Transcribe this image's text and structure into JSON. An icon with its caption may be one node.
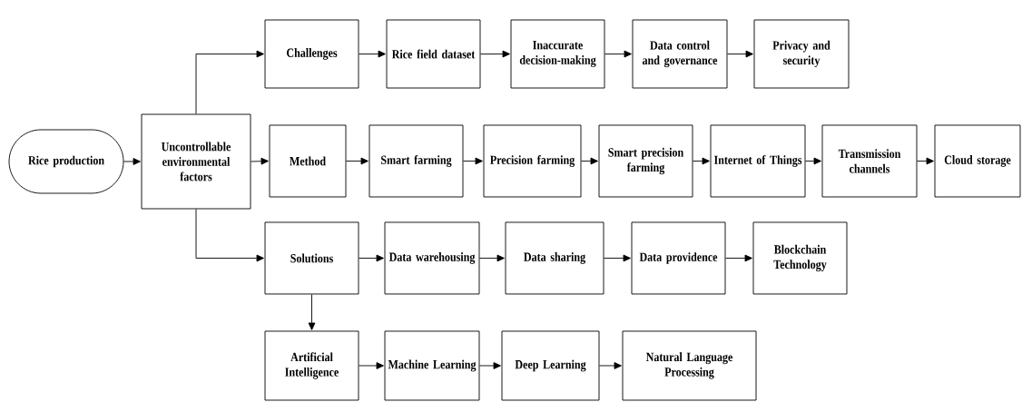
{
  "diagram": {
    "nodes": [
      {
        "text": [
          "Rice production"
        ]
      },
      {
        "text": [
          "Uncontrollable environmental factors"
        ]
      },
      {
        "text": [
          "Challenges"
        ]
      },
      {
        "text": [
          "Rice field dataset"
        ]
      },
      {
        "text": [
          "Inaccurate decision-making"
        ]
      },
      {
        "text": [
          "Data control and governance"
        ]
      },
      {
        "text": [
          "Privacy and security"
        ]
      },
      {
        "text": [
          "Method"
        ]
      },
      {
        "text": [
          "Smart farming"
        ]
      },
      {
        "text": [
          "Precision farming"
        ]
      },
      {
        "text": [
          "Smart precision farming"
        ]
      },
      {
        "text": [
          "Internet of Things"
        ]
      },
      {
        "text": [
          "Transmission channels"
        ]
      },
      {
        "text": [
          "Cloud storage"
        ]
      },
      {
        "text": [
          "Solutions"
        ]
      },
      {
        "text": [
          "Data warehousing"
        ]
      },
      {
        "text": [
          "Data sharing"
        ]
      },
      {
        "text": [
          "Data providence"
        ]
      },
      {
        "text": [
          "Blockchain Technology"
        ]
      },
      {
        "text": [
          "Artificial Intelligence"
        ]
      },
      {
        "text": [
          "Machine Learning"
        ]
      },
      {
        "text": [
          "Deep Learning"
        ]
      },
      {
        "text": [
          "Natural Language Processing"
        ]
      }
    ],
    "edges": [
      {
        "from": 0,
        "to": 1,
        "arrow": "to"
      },
      {
        "from": 1,
        "to": 2,
        "arrow": "to"
      },
      {
        "from": 2,
        "to": 3,
        "arrow": "to"
      },
      {
        "from": 3,
        "to": 4,
        "arrow": "to"
      },
      {
        "from": 4,
        "to": 5,
        "arrow": "to"
      },
      {
        "from": 5,
        "to": 6,
        "arrow": "to"
      },
      {
        "from": 1,
        "to": 7,
        "arrow": "to"
      },
      {
        "from": 7,
        "to": 8,
        "arrow": "to"
      },
      {
        "from": 8,
        "to": 9,
        "arrow": "to"
      },
      {
        "from": 9,
        "to": 10,
        "arrow": "to"
      },
      {
        "from": 10,
        "to": 11,
        "arrow": "to"
      },
      {
        "from": 11,
        "to": 12,
        "arrow": "to"
      },
      {
        "from": 12,
        "to": 13,
        "arrow": "to"
      },
      {
        "from": 1,
        "to": 14,
        "arrow": "to"
      },
      {
        "from": 14,
        "to": 15,
        "arrow": "to"
      },
      {
        "from": 15,
        "to": 16,
        "arrow": "to"
      },
      {
        "from": 16,
        "to": 17,
        "arrow": "to"
      },
      {
        "from": 17,
        "to": 18,
        "arrow": "to"
      },
      {
        "from": 14,
        "to": 19,
        "arrow": "to"
      },
      {
        "from": 19,
        "to": 20,
        "arrow": "to"
      },
      {
        "from": 20,
        "to": 21,
        "arrow": "to"
      },
      {
        "from": 21,
        "to": 22,
        "arrow": "to"
      }
    ]
  }
}
